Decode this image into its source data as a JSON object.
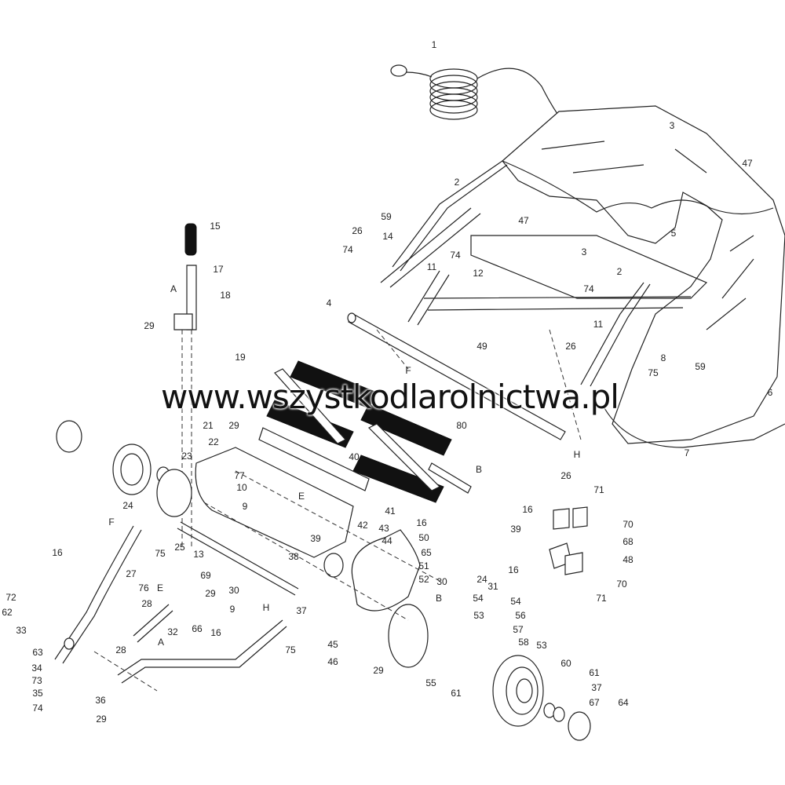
{
  "watermark": "www.wszystkodlarolnictwa.pl",
  "labels": [
    "1",
    "3",
    "47",
    "2",
    "59",
    "47",
    "5",
    "26",
    "14",
    "74",
    "74",
    "3",
    "11",
    "12",
    "2",
    "15",
    "17",
    "A",
    "18",
    "29",
    "4",
    "74",
    "49",
    "11",
    "26",
    "8",
    "59",
    "F",
    "75",
    "6",
    "19",
    "H",
    "7",
    "26",
    "29",
    "21",
    "80",
    "22",
    "40",
    "23",
    "B",
    "77",
    "10",
    "E",
    "9",
    "41",
    "24",
    "71",
    "16",
    "70",
    "68",
    "39",
    "48",
    "16",
    "F",
    "39",
    "42",
    "43",
    "50",
    "44",
    "65",
    "16",
    "75",
    "25",
    "38",
    "13",
    "51",
    "16",
    "31",
    "71",
    "70",
    "52",
    "30",
    "24",
    "27",
    "69",
    "E",
    "76",
    "30",
    "9",
    "H",
    "37",
    "B",
    "54",
    "54",
    "72",
    "29",
    "62",
    "28",
    "33",
    "66",
    "32",
    "56",
    "16",
    "75",
    "28",
    "A",
    "53",
    "57",
    "45",
    "58",
    "63",
    "53",
    "60",
    "46",
    "29",
    "34",
    "73",
    "35",
    "36",
    "55",
    "61",
    "61",
    "37",
    "67",
    "64",
    "74",
    "29"
  ]
}
